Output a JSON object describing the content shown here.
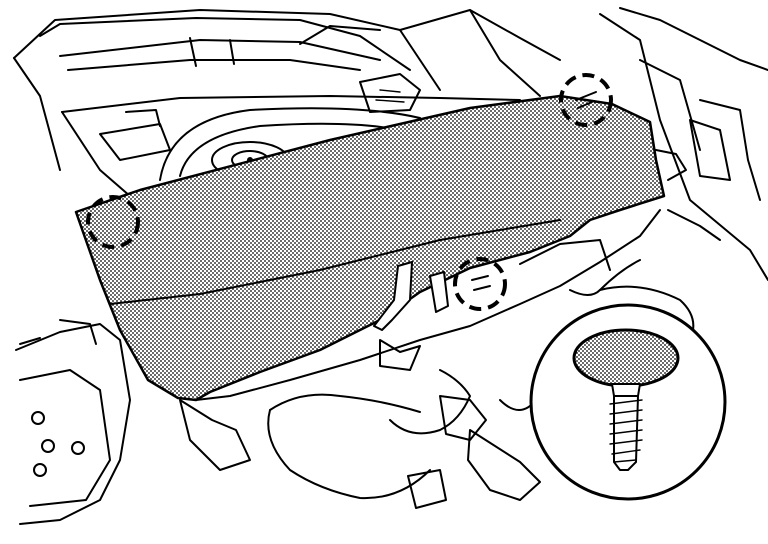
{
  "figure": {
    "subject": "luggage-compartment-trim-panel-removal",
    "fill_pattern": "dot-stipple",
    "line_color": "#000000",
    "background": "#ffffff",
    "callout_style": "dashed-circle",
    "callout_count": 3,
    "detail_inset": "clip-fastener-enlarged",
    "icons": [
      "dashed-circle-callout",
      "clip-fastener-icon",
      "spare-tire"
    ]
  }
}
